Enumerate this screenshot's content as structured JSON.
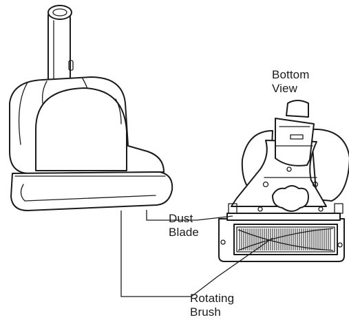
{
  "view_label": {
    "line1": "Bottom",
    "line2": "View"
  },
  "callouts": {
    "dust_blade": {
      "line1": "Dust",
      "line2": "Blade"
    },
    "rotating_brush": {
      "line1": "Rotating",
      "line2": "Brush"
    }
  },
  "colors": {
    "ink": "#1a1a1a",
    "background": "#ffffff"
  }
}
